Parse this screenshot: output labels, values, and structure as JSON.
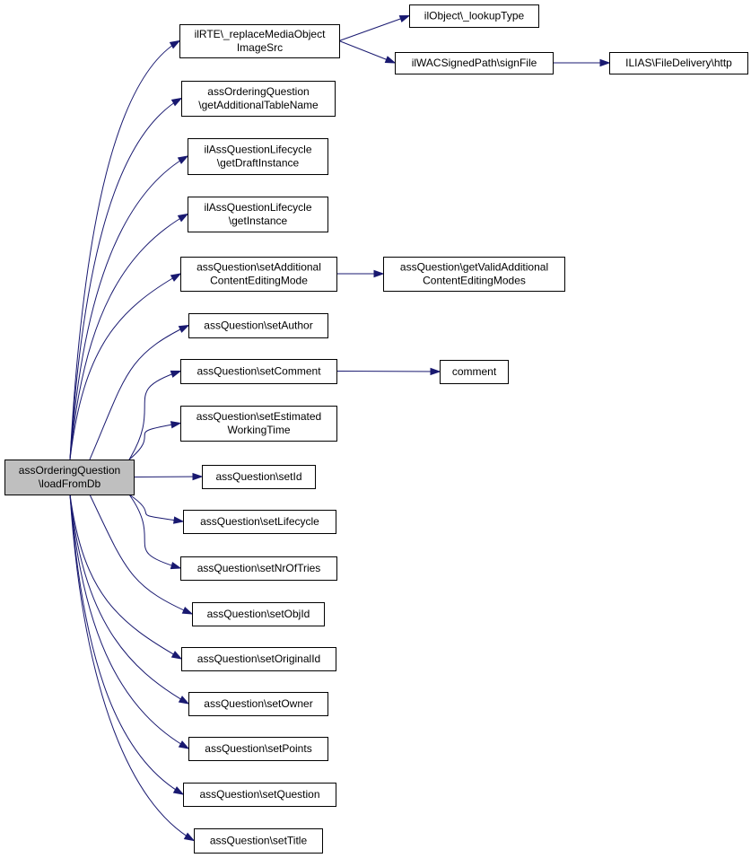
{
  "diagram": {
    "colors": {
      "node_fill": "#ffffff",
      "root_fill": "#bfbfbf",
      "edge": "#191970",
      "border": "#000000"
    },
    "nodes": [
      {
        "id": "root",
        "lines": [
          "assOrderingQuestion",
          "\\loadFromDb"
        ],
        "highlighted": true
      },
      {
        "id": "replaceMedia",
        "lines": [
          "ilRTE\\_replaceMediaObject",
          "ImageSrc"
        ]
      },
      {
        "id": "lookupType",
        "lines": [
          "ilObject\\_lookupType"
        ]
      },
      {
        "id": "signFile",
        "lines": [
          "ilWACSignedPath\\signFile"
        ]
      },
      {
        "id": "http",
        "lines": [
          "ILIAS\\FileDelivery\\http"
        ]
      },
      {
        "id": "getAdditionalTableName",
        "lines": [
          "assOrderingQuestion",
          "\\getAdditionalTableName"
        ]
      },
      {
        "id": "getDraftInstance",
        "lines": [
          "ilAssQuestionLifecycle",
          "\\getDraftInstance"
        ]
      },
      {
        "id": "getInstance",
        "lines": [
          "ilAssQuestionLifecycle",
          "\\getInstance"
        ]
      },
      {
        "id": "setAdditional",
        "lines": [
          "assQuestion\\setAdditional",
          "ContentEditingMode"
        ]
      },
      {
        "id": "getValidAdditional",
        "lines": [
          "assQuestion\\getValidAdditional",
          "ContentEditingModes"
        ]
      },
      {
        "id": "setAuthor",
        "lines": [
          "assQuestion\\setAuthor"
        ]
      },
      {
        "id": "setComment",
        "lines": [
          "assQuestion\\setComment"
        ]
      },
      {
        "id": "comment",
        "lines": [
          "comment"
        ]
      },
      {
        "id": "setEstimated",
        "lines": [
          "assQuestion\\setEstimated",
          "WorkingTime"
        ]
      },
      {
        "id": "setId",
        "lines": [
          "assQuestion\\setId"
        ]
      },
      {
        "id": "setLifecycle",
        "lines": [
          "assQuestion\\setLifecycle"
        ]
      },
      {
        "id": "setNrOfTries",
        "lines": [
          "assQuestion\\setNrOfTries"
        ]
      },
      {
        "id": "setObjId",
        "lines": [
          "assQuestion\\setObjId"
        ]
      },
      {
        "id": "setOriginalId",
        "lines": [
          "assQuestion\\setOriginalId"
        ]
      },
      {
        "id": "setOwner",
        "lines": [
          "assQuestion\\setOwner"
        ]
      },
      {
        "id": "setPoints",
        "lines": [
          "assQuestion\\setPoints"
        ]
      },
      {
        "id": "setQuestion",
        "lines": [
          "assQuestion\\setQuestion"
        ]
      },
      {
        "id": "setTitle",
        "lines": [
          "assQuestion\\setTitle"
        ]
      }
    ],
    "edges": [
      {
        "from": "root",
        "to": "replaceMedia"
      },
      {
        "from": "replaceMedia",
        "to": "lookupType"
      },
      {
        "from": "replaceMedia",
        "to": "signFile"
      },
      {
        "from": "signFile",
        "to": "http"
      },
      {
        "from": "root",
        "to": "getAdditionalTableName"
      },
      {
        "from": "root",
        "to": "getDraftInstance"
      },
      {
        "from": "root",
        "to": "getInstance"
      },
      {
        "from": "root",
        "to": "setAdditional"
      },
      {
        "from": "setAdditional",
        "to": "getValidAdditional"
      },
      {
        "from": "root",
        "to": "setAuthor"
      },
      {
        "from": "root",
        "to": "setComment"
      },
      {
        "from": "setComment",
        "to": "comment"
      },
      {
        "from": "root",
        "to": "setEstimated"
      },
      {
        "from": "root",
        "to": "setId"
      },
      {
        "from": "root",
        "to": "setLifecycle"
      },
      {
        "from": "root",
        "to": "setNrOfTries"
      },
      {
        "from": "root",
        "to": "setObjId"
      },
      {
        "from": "root",
        "to": "setOriginalId"
      },
      {
        "from": "root",
        "to": "setOwner"
      },
      {
        "from": "root",
        "to": "setPoints"
      },
      {
        "from": "root",
        "to": "setQuestion"
      },
      {
        "from": "root",
        "to": "setTitle"
      }
    ]
  }
}
